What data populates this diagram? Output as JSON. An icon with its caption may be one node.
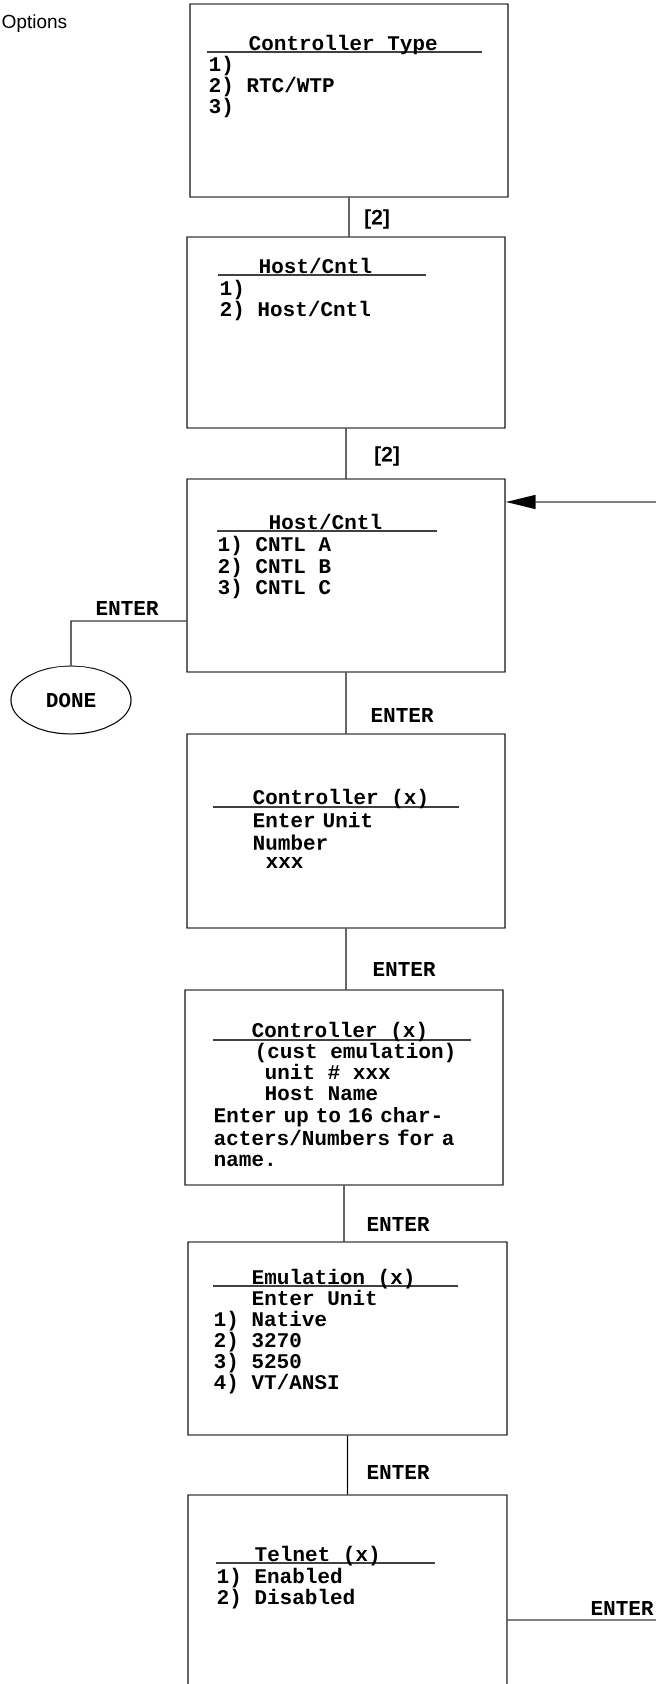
{
  "diagram": {
    "nodes": [
      {
        "text": [
          "Controller Type",
          "1)",
          "2) RTC/WTP",
          "3)"
        ]
      },
      {
        "text": [
          "Host/Cntl",
          "1)",
          "2) Host/Cntl"
        ]
      },
      {
        "text": [
          "Host/Cntl",
          "1) CNTL A",
          "2) CNTL B",
          "3) CNTL C"
        ]
      },
      {
        "text": [
          "DONE"
        ]
      },
      {
        "text": [
          "Controller (x)",
          "Enter Unit Number",
          "xxx"
        ]
      },
      {
        "text": [
          "Controller (x)",
          "(cust emulation)",
          "unit # xxx",
          "Host Name",
          "Enter up to 16 char- acters/Numbers for a name."
        ]
      },
      {
        "text": [
          "Emulation (x)",
          "Enter Unit",
          "1) Native",
          "2) 3270",
          "3) 5250",
          "4) VT/ANSI"
        ]
      },
      {
        "text": [
          "Telnet (x)",
          "1) Enabled",
          "2) Disabled"
        ]
      }
    ],
    "edges": [
      {
        "from": 0,
        "to": 1,
        "arrow": "none",
        "label": "[2]"
      },
      {
        "from": 1,
        "to": 2,
        "arrow": "none",
        "label": "[2]"
      },
      {
        "from": 2,
        "to": 3,
        "arrow": "none",
        "label": "ENTER"
      },
      {
        "from": 2,
        "to": 4,
        "arrow": "none",
        "label": "ENTER"
      },
      {
        "from": 4,
        "to": 5,
        "arrow": "none",
        "label": "ENTER"
      },
      {
        "from": 5,
        "to": 6,
        "arrow": "none",
        "label": "ENTER"
      },
      {
        "from": 6,
        "to": 7,
        "arrow": "none",
        "label": "ENTER"
      },
      {
        "from": 7,
        "to": null,
        "arrow": "none",
        "label": "ENTER"
      },
      {
        "from": null,
        "to": 2,
        "arrow": "to"
      }
    ],
    "labels": [
      "Options"
    ]
  }
}
